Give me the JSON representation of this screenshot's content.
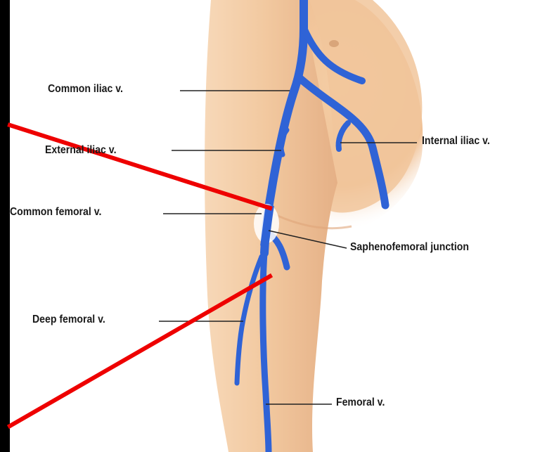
{
  "labels": {
    "common_iliac": "Common iliac v.",
    "external_iliac": "External iliac v.",
    "internal_iliac": "Internal iliac v.",
    "common_femoral": "Common femoral v.",
    "saphenofemoral": "Saphenofemoral junction",
    "deep_femoral": "Deep femoral v.",
    "femoral": "Femoral v."
  },
  "colors": {
    "vein": "#2f63d6",
    "skin": "#f2c9a0",
    "skin_shadow": "#e6ae7e",
    "annotation": "#ee0000",
    "leader": "#222222",
    "background_frame": "#000000"
  }
}
